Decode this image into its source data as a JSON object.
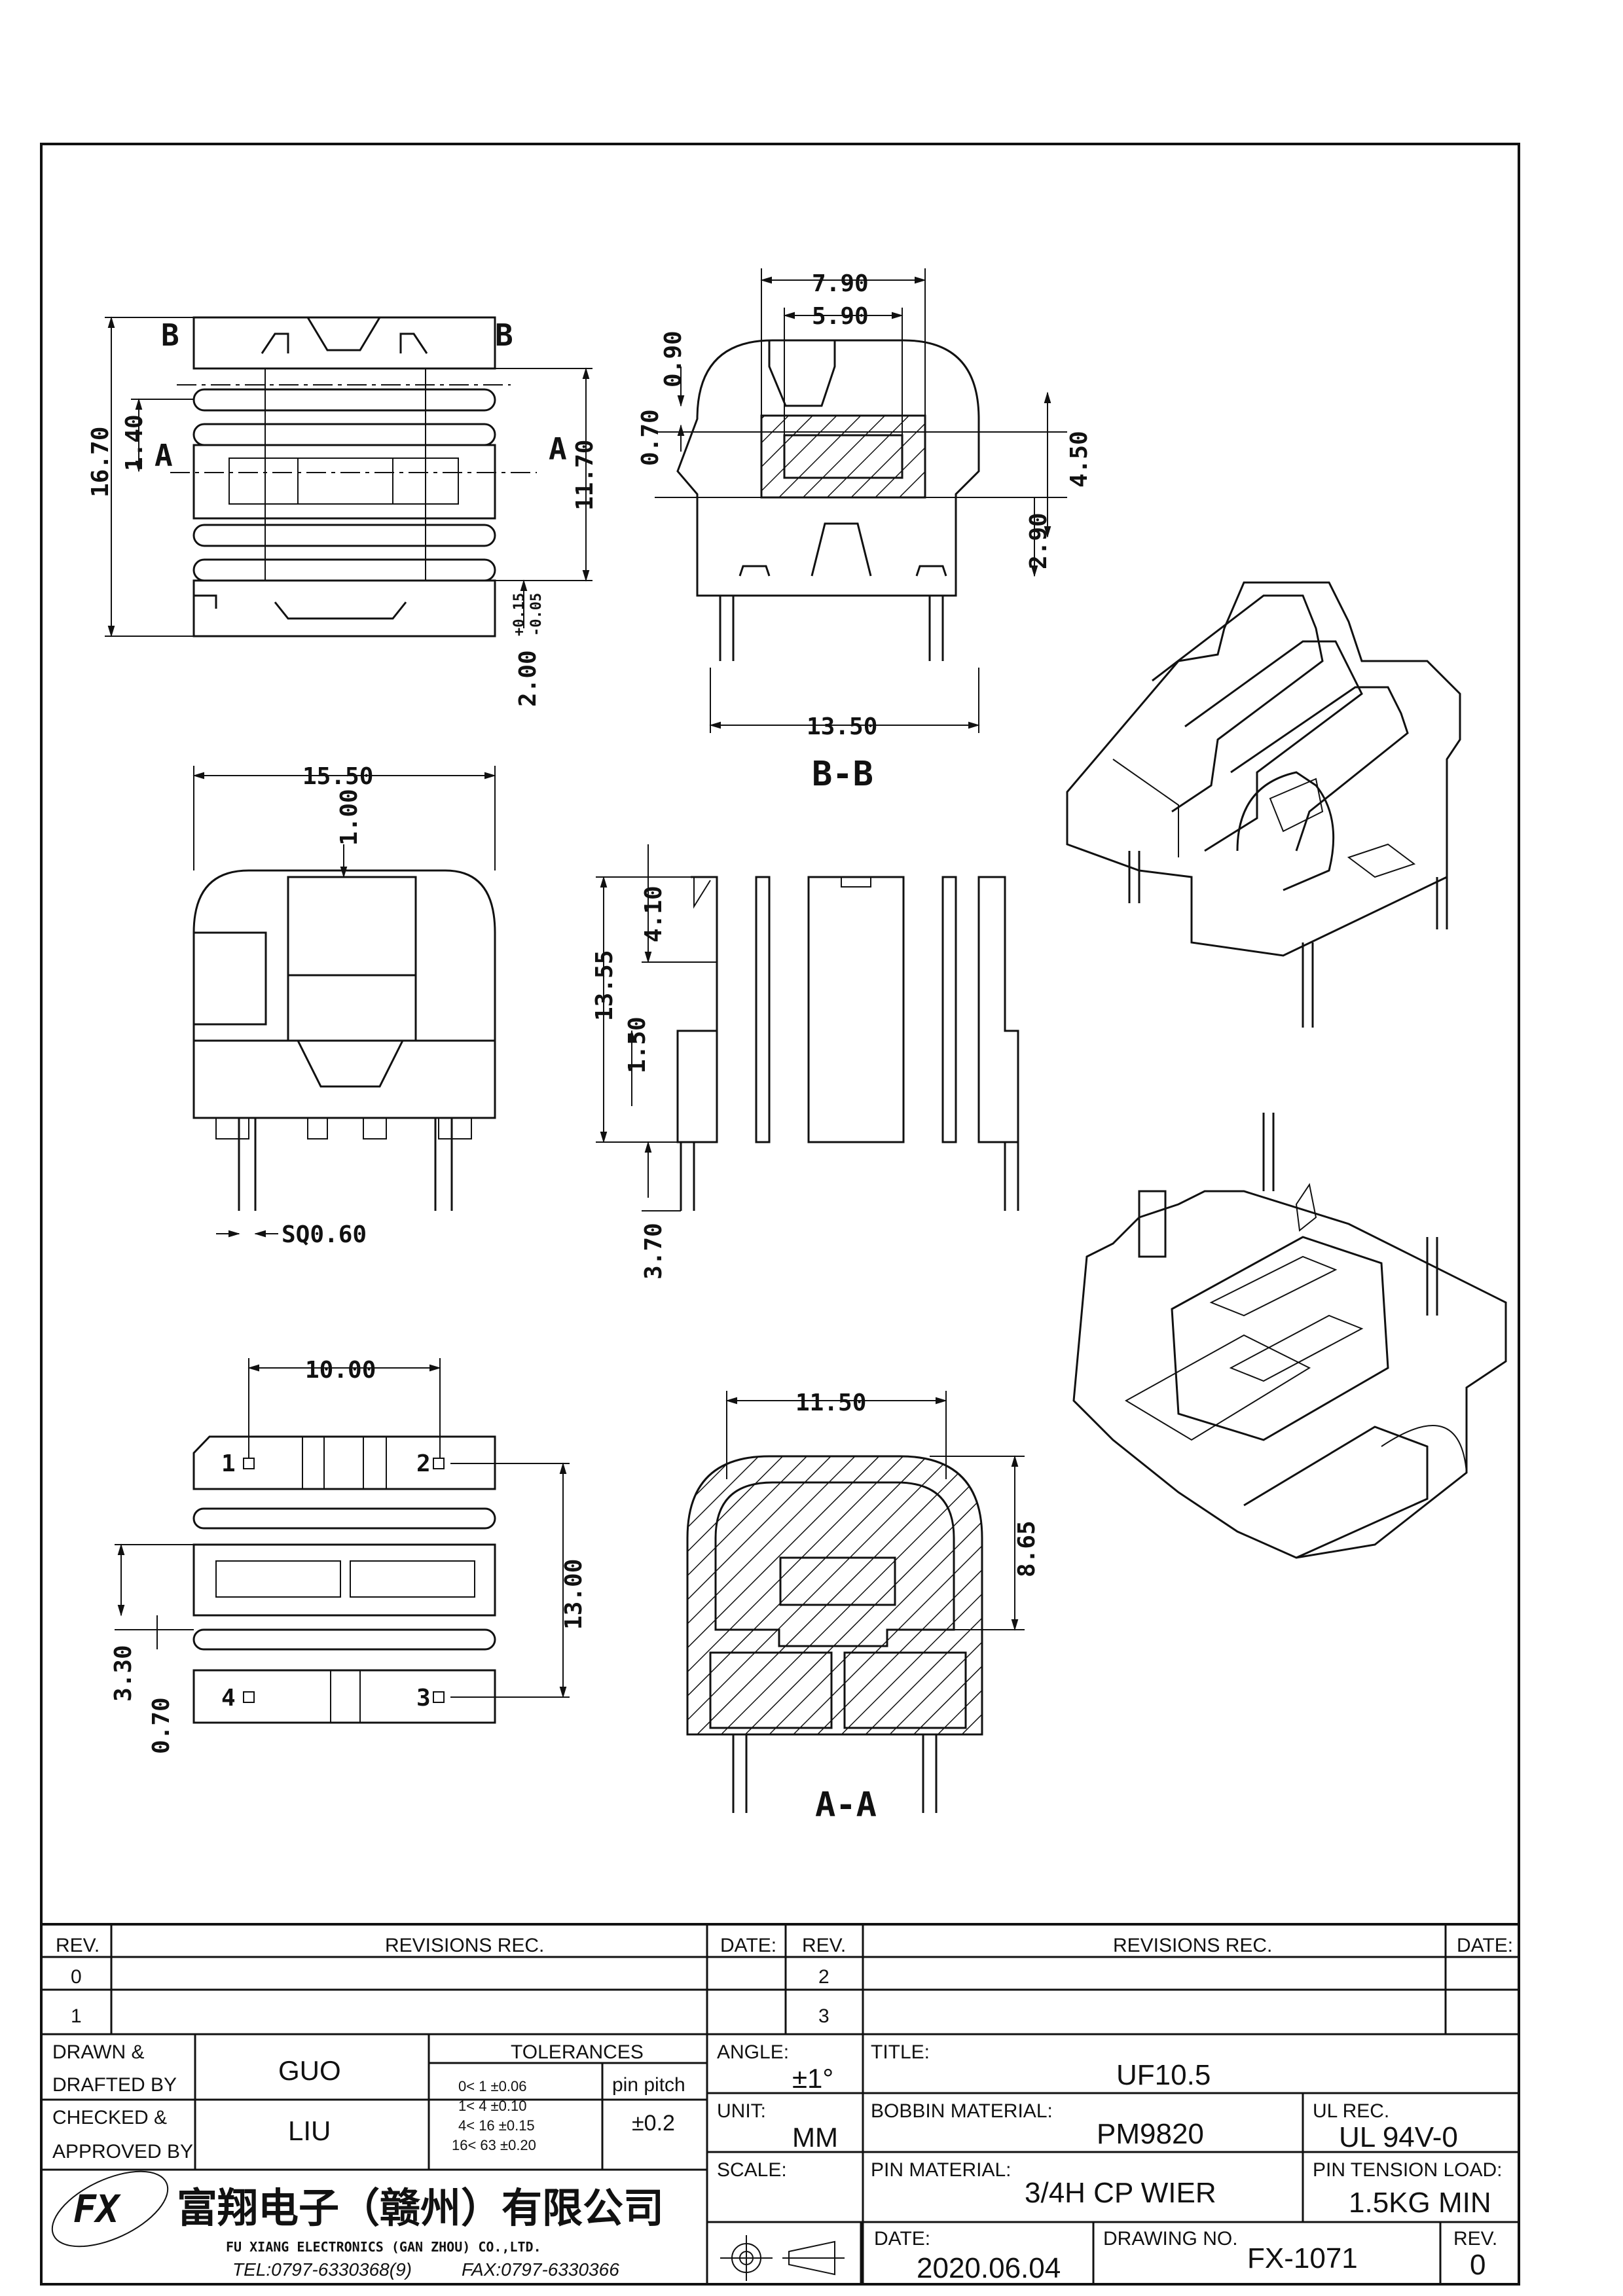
{
  "dimensions": {
    "top_height_total": "16.70",
    "top_offset": "1.40",
    "top_section_a": "A",
    "top_section_b": "B",
    "top_height_inner": "11.70",
    "top_pin_offset": "2.00",
    "top_pin_tol_plus": "+0.15",
    "top_pin_tol_minus": "-0.05",
    "bb_width_outer": "7.90",
    "bb_width_inner": "5.90",
    "bb_top": "0.90",
    "bb_slot": "0.70",
    "bb_height": "4.50",
    "bb_lower": "2.90",
    "bb_base_width": "13.50",
    "bb_label": "B-B",
    "front_width": "15.50",
    "front_top": "1.00",
    "front_pin": "SQ0.60",
    "side_total": "13.55",
    "side_top": "4.10",
    "side_step": "1.50",
    "side_pin": "3.70",
    "bottom_pitch": "10.00",
    "bottom_height": "13.00",
    "bottom_gap": "3.30",
    "bottom_small": "0.70",
    "aa_width": "11.50",
    "aa_height": "8.65",
    "aa_label": "A-A",
    "pin1": "1",
    "pin2": "2",
    "pin3": "3",
    "pin4": "4"
  },
  "titleblock": {
    "rev_header": "REV.",
    "revisions_header": "REVISIONS   REC.",
    "date_header": "DATE:",
    "rev_rows": [
      "0",
      "1",
      "2",
      "3"
    ],
    "drawn_label": "DRAWN &",
    "drafted_label": "DRAFTED BY",
    "drawn_value": "GUO",
    "checked_label": "CHECKED &",
    "approved_label": "APPROVED BY",
    "checked_value": "LIU",
    "tolerances_label": "TOLERANCES",
    "tolerance_rows": [
      "0<   1    ±0.06",
      "1<   4    ±0.10",
      "4<   16  ±0.15",
      "16<   63  ±0.20"
    ],
    "pin_pitch_label": "pin pitch",
    "pin_pitch_value": "±0.2",
    "angle_label": "ANGLE:",
    "angle_value": "±1°",
    "unit_label": "UNIT:",
    "unit_value": "MM",
    "scale_label": "SCALE:",
    "title_label": "TITLE:",
    "title_value": "UF10.5",
    "bobbin_label": "BOBBIN MATERIAL:",
    "bobbin_value": "PM9820",
    "ul_label": "UL REC.",
    "ul_value": "UL 94V-0",
    "pin_material_label": "PIN MATERIAL:",
    "pin_material_value": "3/4H  CP  WIER",
    "pin_tension_label": "PIN TENSION LOAD:",
    "pin_tension_value": "1.5KG  MIN",
    "date_label": "DATE:",
    "date_value": "2020.06.04",
    "drawing_no_label": "DRAWING NO.",
    "drawing_no_value": "FX-1071",
    "rev_label": "REV.",
    "rev_value": "0",
    "company_cn": "富翔电子（赣州）有限公司",
    "company_en": "FU XIANG ELECTRONICS (GAN ZHOU) CO.,LTD.",
    "tel": "TEL:0797-6330368(9)",
    "fax": "FAX:0797-6330366",
    "logo_text": "FX"
  }
}
